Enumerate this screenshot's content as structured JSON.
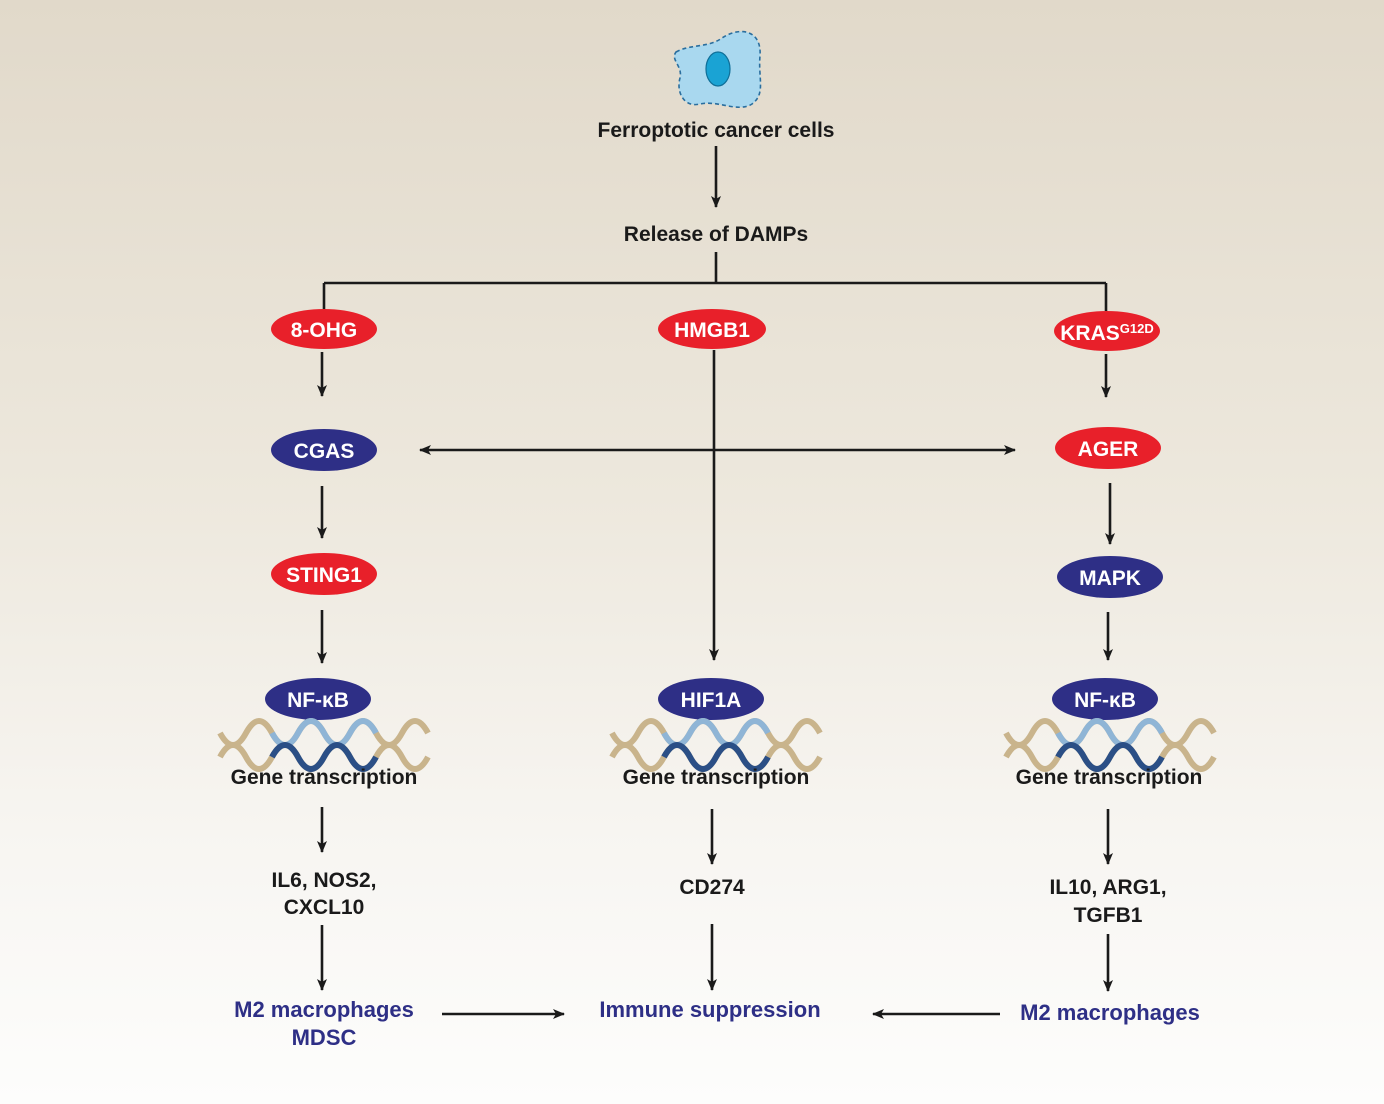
{
  "colors": {
    "red_node": "#e8202a",
    "blue_node": "#2e2f86",
    "arrow": "#1a1a1a",
    "outcome_text": "#2e2f86",
    "cell_fill": "#a9d8ef",
    "cell_nucleus": "#1aa3d4",
    "dna_outer": "#c9b48c",
    "dna_inner_light": "#8fb5d6",
    "dna_inner_dark": "#2b4f86"
  },
  "icons": {
    "cell": "cancer-cell-icon",
    "dna": "dna-helix-icon"
  },
  "header": {
    "source": "Ferroptotic cancer cells",
    "release": "Release of DAMPs"
  },
  "left": {
    "damp": "8-OHG",
    "receptor": "CGAS",
    "adaptor": "STING1",
    "tf": "NF-κB",
    "transcription": "Gene transcription",
    "genes_line1": "IL6, NOS2,",
    "genes_line2": "CXCL10",
    "outcome_line1": "M2 macrophages",
    "outcome_line2": "MDSC"
  },
  "center": {
    "damp": "HMGB1",
    "tf": "HIF1A",
    "transcription": "Gene transcription",
    "gene": "CD274",
    "outcome": "Immune suppression"
  },
  "right": {
    "damp_main": "KRAS",
    "damp_sup": "G12D",
    "receptor": "AGER",
    "kinase": "MAPK",
    "tf": "NF-κB",
    "transcription": "Gene transcription",
    "genes_line1": "IL10, ARG1,",
    "genes_line2": "TGFB1",
    "outcome": "M2 macrophages"
  }
}
